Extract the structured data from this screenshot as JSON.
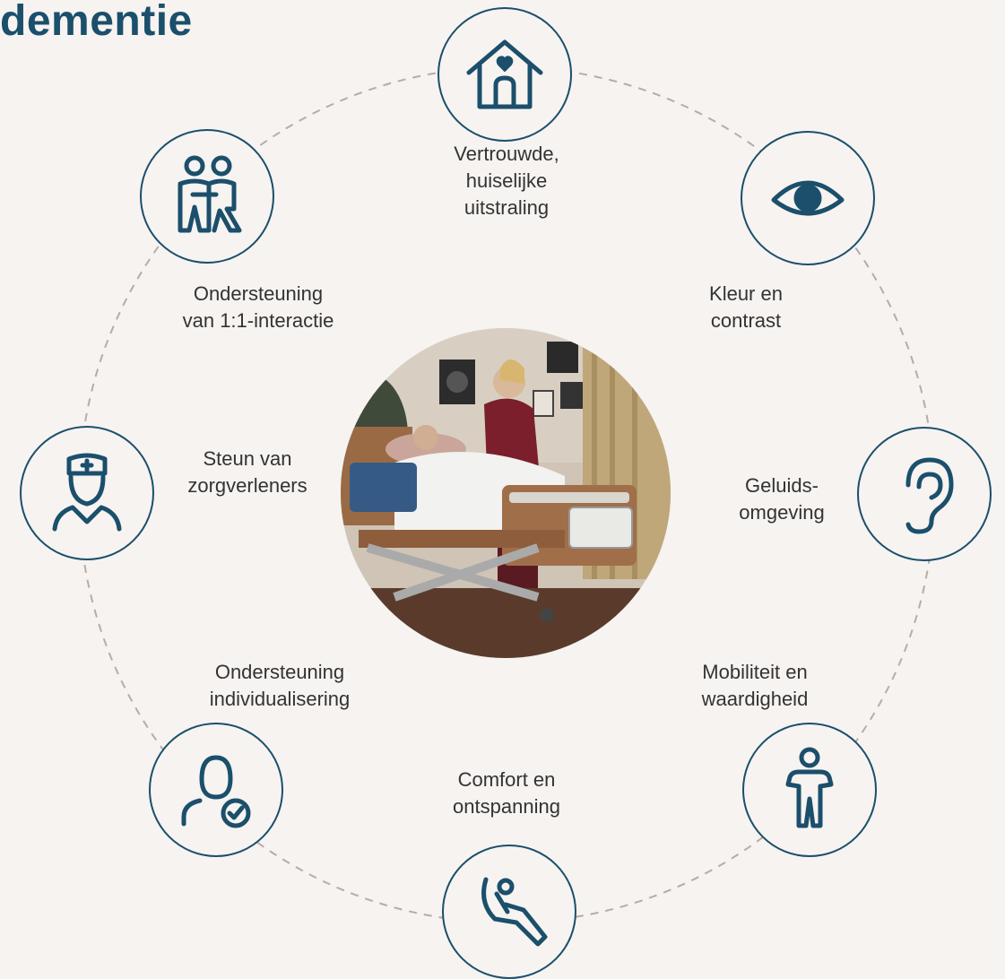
{
  "title": "dementie",
  "labels": {
    "home": "Vertrouwde,\nhuiselijke\nuitstraling",
    "eye": "Kleur en\ncontrast",
    "ear": "Geluids-\nomgeving",
    "mobility": "Mobiliteit en\nwaardigheid",
    "comfort": "Comfort en\nontspanning",
    "individual": "Ondersteuning\nindividualisering",
    "caregivers": "Steun van\nzorgverleners",
    "interaction": "Ondersteuning\nvan 1:1-interactie"
  },
  "icons": {
    "home": "house-heart-icon",
    "eye": "eye-icon",
    "ear": "ear-icon",
    "mobility": "standing-person-icon",
    "comfort": "reclining-chair-icon",
    "individual": "person-check-icon",
    "caregivers": "nurse-icon",
    "interaction": "two-people-icon"
  },
  "colors": {
    "accent": "#1b4f6b",
    "background": "#f6f3f1",
    "dashed_ring": "#b8aca4",
    "text": "#333333"
  }
}
